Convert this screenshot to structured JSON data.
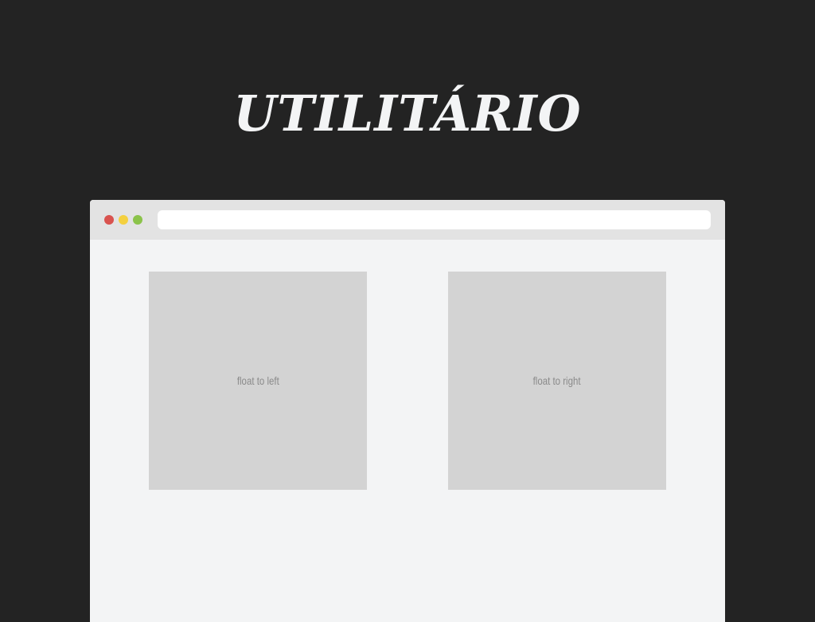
{
  "header": {
    "title": "UTILITÁRIO"
  },
  "browser": {
    "controls": [
      {
        "name": "close",
        "color": "#d9534f"
      },
      {
        "name": "minimize",
        "color": "#f4d03f"
      },
      {
        "name": "maximize",
        "color": "#8bc34a"
      }
    ],
    "address_bar_value": ""
  },
  "content": {
    "boxes": [
      {
        "label": "float to left"
      },
      {
        "label": "float to right"
      }
    ]
  }
}
